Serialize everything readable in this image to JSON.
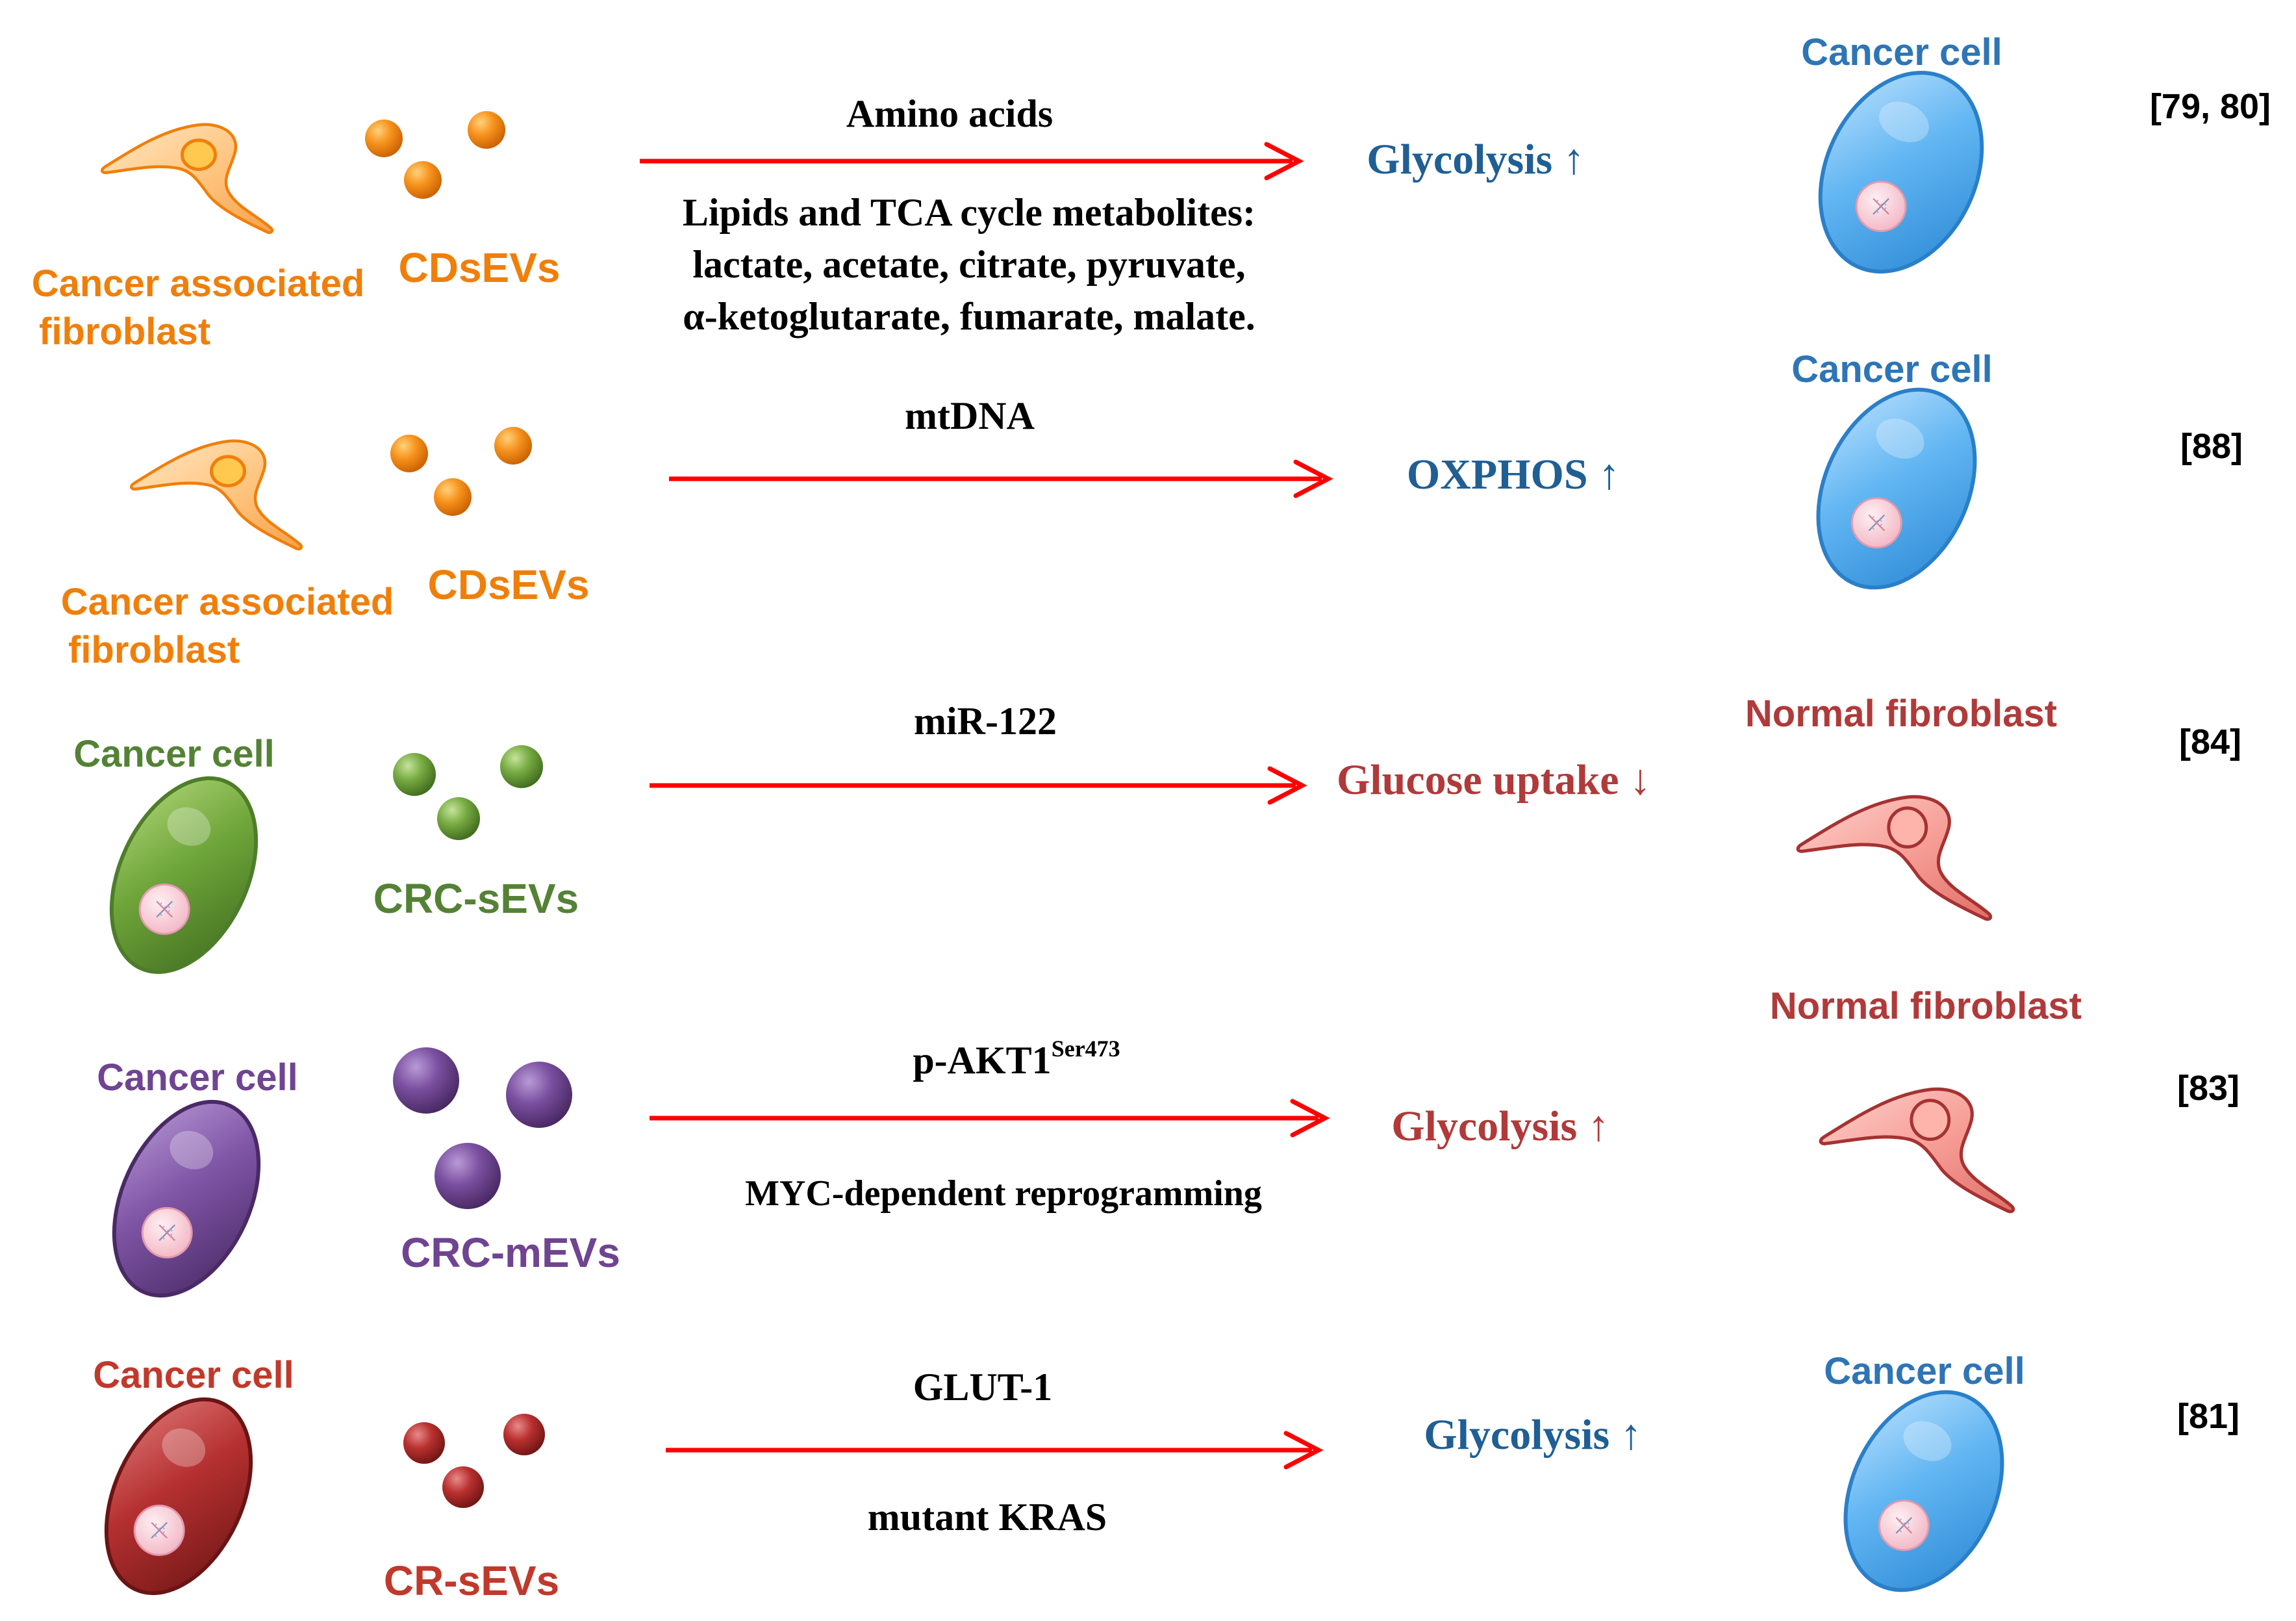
{
  "colors": {
    "arrow": "#ff0000",
    "orange_label": "#f07f0a",
    "blue_label": "#2e75b6",
    "blue_effect": "#1f5f94",
    "green_label": "#548235",
    "purple_label": "#6f4491",
    "red_label": "#c0392b",
    "rose_label": "#b03a3a",
    "black": "#000000"
  },
  "rows": [
    {
      "source_label_lines": [
        "Cancer associated",
        "fibroblast"
      ],
      "vesicle_label": "CDsEVs",
      "cargo_top": [
        "Amino acids"
      ],
      "cargo_bottom": [
        "Lipids and TCA cycle metabolites:",
        "lactate, acetate, citrate, pyruvate,",
        "α-ketoglutarate, fumarate, malate."
      ],
      "effect": "Glycolysis ↑",
      "target_label": "Cancer cell",
      "reference": "[79, 80]"
    },
    {
      "source_label_lines": [
        "Cancer associated",
        "fibroblast"
      ],
      "vesicle_label": "CDsEVs",
      "cargo_top": [
        "mtDNA"
      ],
      "cargo_bottom": [],
      "effect": "OXPHOS ↑",
      "target_label": "Cancer cell",
      "reference": "[88]"
    },
    {
      "source_label_lines": [
        "Cancer cell"
      ],
      "vesicle_label": "CRC-sEVs",
      "cargo_top": [
        "miR-122"
      ],
      "cargo_bottom": [],
      "effect": "Glucose uptake ↓",
      "target_label": "Normal fibroblast",
      "reference": "[84]"
    },
    {
      "source_label_lines": [
        "Cancer cell"
      ],
      "vesicle_label": "CRC-mEVs",
      "cargo_top_main": "p-AKT1",
      "cargo_top_sup": "Ser473",
      "cargo_top": [],
      "cargo_bottom": [
        "MYC-dependent reprogramming"
      ],
      "effect": "Glycolysis ↑",
      "target_label": "Normal fibroblast",
      "reference": "[83]"
    },
    {
      "source_label_lines": [
        "Cancer cell"
      ],
      "vesicle_label": "CR-sEVs",
      "cargo_top": [
        "GLUT-1"
      ],
      "cargo_bottom": [
        "mutant KRAS"
      ],
      "effect": "Glycolysis ↑",
      "target_label": "Cancer cell",
      "reference": "[81]"
    }
  ]
}
